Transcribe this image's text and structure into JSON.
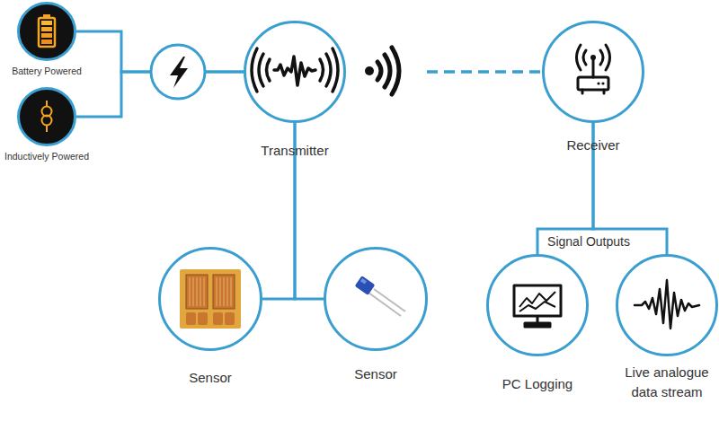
{
  "diagram": {
    "nodes": [
      {
        "text": [
          "Battery Powered"
        ]
      },
      {
        "text": [
          "Inductively Powered"
        ]
      },
      {
        "text": [
          "Transmitter"
        ]
      },
      {
        "text": [
          "Receiver"
        ]
      },
      {
        "text": [
          "Sensor"
        ]
      },
      {
        "text": [
          "Sensor"
        ]
      },
      {
        "text": [
          "PC Logging"
        ]
      },
      {
        "text": [
          "Live analogue data stream"
        ]
      }
    ],
    "edges": [
      {
        "from": 0,
        "to": 2,
        "arrow": "none"
      },
      {
        "from": 1,
        "to": 2,
        "arrow": "none"
      },
      {
        "from": 2,
        "to": 3,
        "arrow": "none"
      },
      {
        "from": 2,
        "to": 4,
        "arrow": "none"
      },
      {
        "from": 2,
        "to": 5,
        "arrow": "none"
      },
      {
        "from": 3,
        "to": 6,
        "arrow": "none"
      },
      {
        "from": 3,
        "to": 7,
        "arrow": "none"
      }
    ],
    "labels": [
      "Signal Outputs"
    ]
  }
}
